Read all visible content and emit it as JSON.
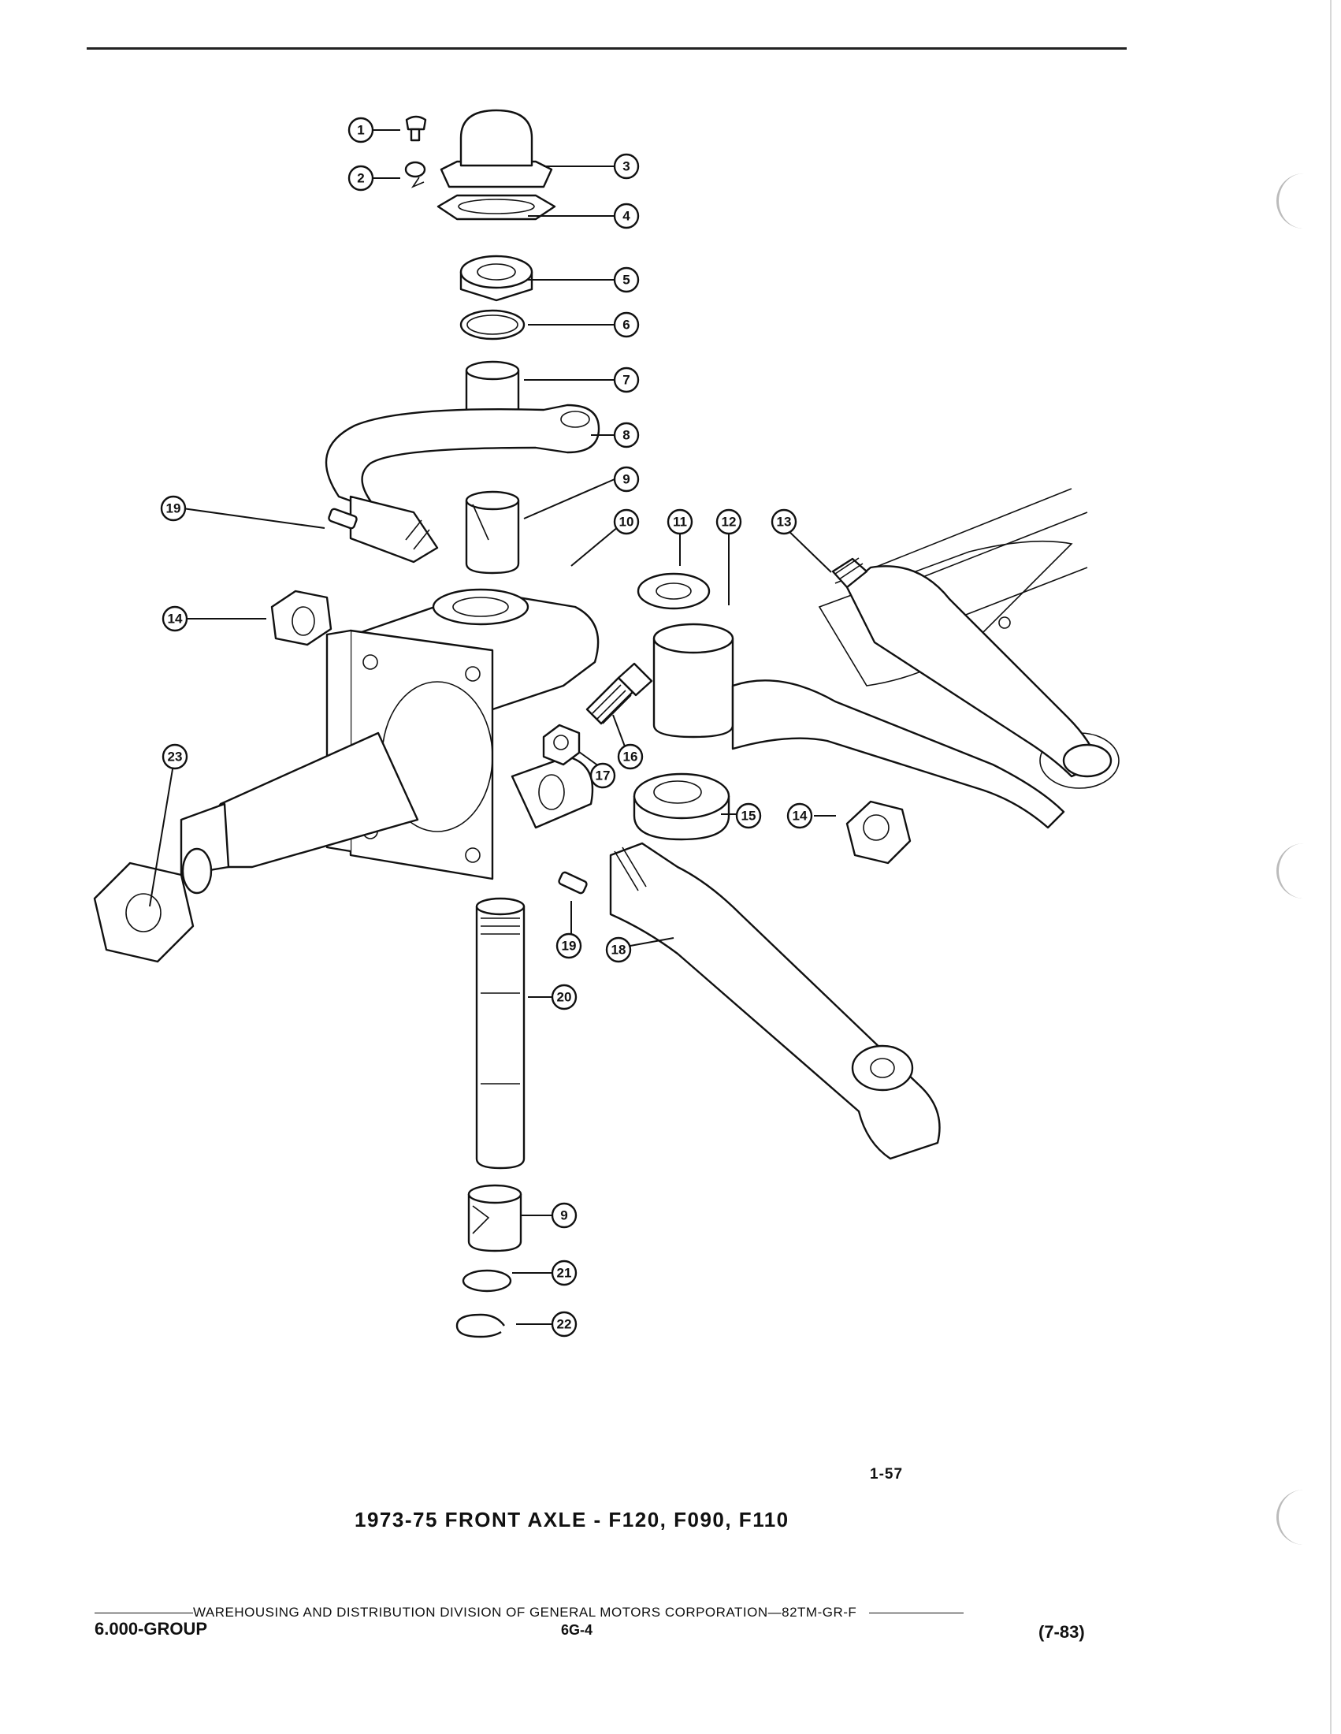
{
  "figure": {
    "number": "1-57",
    "caption": "1973-75 FRONT AXLE - F120, F090, F110",
    "callouts": [
      "1",
      "2",
      "3",
      "4",
      "5",
      "6",
      "7",
      "8",
      "9",
      "10",
      "11",
      "12",
      "13",
      "19",
      "14",
      "23",
      "17",
      "16",
      "15",
      "14",
      "19",
      "18",
      "20",
      "9",
      "21",
      "22"
    ]
  },
  "footer": {
    "division": "WAREHOUSING AND DISTRIBUTION  DIVISION OF GENERAL MOTORS CORPORATION—82TM-GR-F",
    "group": "6.000-GROUP",
    "page_code": "6G-4",
    "date": "(7-83)"
  }
}
